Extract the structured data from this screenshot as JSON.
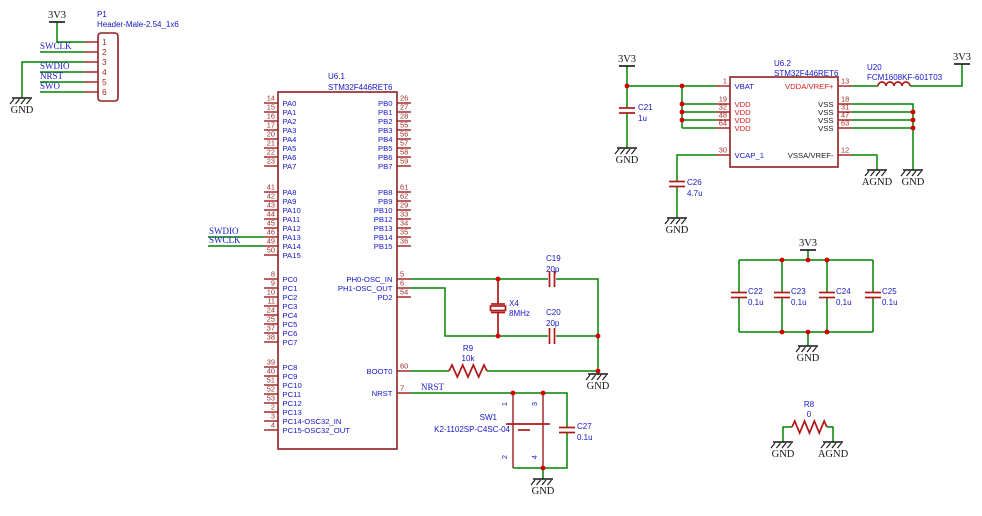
{
  "power": {
    "v33": "3V3",
    "gnd": "GND",
    "agnd": "AGND"
  },
  "nets": {
    "swclk": "SWCLK",
    "swdio": "SWDIO",
    "nrst": "NRST",
    "swo": "SWO"
  },
  "p1": {
    "ref": "P1",
    "part": "Header-Male-2.54_1x6",
    "pins": [
      {
        "n": "1"
      },
      {
        "n": "2"
      },
      {
        "n": "3"
      },
      {
        "n": "4"
      },
      {
        "n": "5"
      },
      {
        "n": "6"
      }
    ]
  },
  "mcu1": {
    "ref": "U6.1",
    "part": "STM32F446RET6",
    "pa_low": [
      {
        "n": "14",
        "t": "PA0"
      },
      {
        "n": "15",
        "t": "PA1"
      },
      {
        "n": "16",
        "t": "PA2"
      },
      {
        "n": "17",
        "t": "PA3"
      },
      {
        "n": "20",
        "t": "PA4"
      },
      {
        "n": "21",
        "t": "PA5"
      },
      {
        "n": "22",
        "t": "PA6"
      },
      {
        "n": "23",
        "t": "PA7"
      }
    ],
    "pa_high": [
      {
        "n": "41",
        "t": "PA8"
      },
      {
        "n": "42",
        "t": "PA9"
      },
      {
        "n": "43",
        "t": "PA10"
      },
      {
        "n": "44",
        "t": "PA11"
      },
      {
        "n": "45",
        "t": "PA12"
      },
      {
        "n": "46",
        "t": "PA13"
      },
      {
        "n": "49",
        "t": "PA14"
      },
      {
        "n": "50",
        "t": "PA15"
      }
    ],
    "pc_low": [
      {
        "n": "8",
        "t": "PC0"
      },
      {
        "n": "9",
        "t": "PC1"
      },
      {
        "n": "10",
        "t": "PC2"
      },
      {
        "n": "11",
        "t": "PC3"
      },
      {
        "n": "24",
        "t": "PC4"
      },
      {
        "n": "25",
        "t": "PC5"
      },
      {
        "n": "37",
        "t": "PC6"
      },
      {
        "n": "38",
        "t": "PC7"
      }
    ],
    "pc_high": [
      {
        "n": "39",
        "t": "PC8"
      },
      {
        "n": "40",
        "t": "PC9"
      },
      {
        "n": "51",
        "t": "PC10"
      },
      {
        "n": "52",
        "t": "PC11"
      },
      {
        "n": "53",
        "t": "PC12"
      },
      {
        "n": "2",
        "t": "PC13"
      },
      {
        "n": "3",
        "t": "PC14-OSC32_IN"
      },
      {
        "n": "4",
        "t": "PC15-OSC32_OUT"
      }
    ],
    "pb_low": [
      {
        "n": "26",
        "t": "PB0"
      },
      {
        "n": "27",
        "t": "PB1"
      },
      {
        "n": "28",
        "t": "PB2"
      },
      {
        "n": "55",
        "t": "PB3"
      },
      {
        "n": "56",
        "t": "PB4"
      },
      {
        "n": "57",
        "t": "PB5"
      },
      {
        "n": "58",
        "t": "PB6"
      },
      {
        "n": "59",
        "t": "PB7"
      }
    ],
    "pb_high": [
      {
        "n": "61",
        "t": "PB8"
      },
      {
        "n": "62",
        "t": "PB9"
      },
      {
        "n": "29",
        "t": "PB10"
      },
      {
        "n": "33",
        "t": "PB12"
      },
      {
        "n": "34",
        "t": "PB13"
      },
      {
        "n": "35",
        "t": "PB14"
      },
      {
        "n": "36",
        "t": "PB15"
      }
    ],
    "osc": [
      {
        "n": "5",
        "t": "PH0-OSC_IN"
      },
      {
        "n": "6",
        "t": "PH1-OSC_OUT"
      },
      {
        "n": "54",
        "t": "PD2"
      }
    ],
    "ctrl": [
      {
        "n": "60",
        "t": "BOOT0"
      },
      {
        "n": "7",
        "t": "NRST"
      }
    ]
  },
  "mcu2": {
    "ref": "U6.2",
    "part": "STM32F446RET6",
    "vbat": [
      {
        "n": "1",
        "t": "VBAT"
      }
    ],
    "vdd": [
      {
        "n": "19",
        "t": "VDD",
        "c": "r"
      },
      {
        "n": "32",
        "t": "VDD",
        "c": "r"
      },
      {
        "n": "48",
        "t": "VDD",
        "c": "r"
      },
      {
        "n": "64",
        "t": "VDD",
        "c": "r"
      }
    ],
    "vcap": [
      {
        "n": "30",
        "t": "VCAP_1"
      }
    ],
    "vdda": [
      {
        "n": "13",
        "t": "VDDA/VREF+",
        "c": "r"
      }
    ],
    "vss": [
      {
        "n": "18",
        "t": "VSS",
        "c": "k"
      },
      {
        "n": "31",
        "t": "VSS",
        "c": "k"
      },
      {
        "n": "47",
        "t": "VSS",
        "c": "k"
      },
      {
        "n": "63",
        "t": "VSS",
        "c": "k"
      }
    ],
    "vssa": [
      {
        "n": "12",
        "t": "VSSA/VREF-",
        "c": "k"
      }
    ]
  },
  "u20": {
    "ref": "U20",
    "part": "FCM1608KF-601T03"
  },
  "x4": {
    "ref": "X4",
    "value": "8MHz"
  },
  "r9": {
    "ref": "R9",
    "value": "10k"
  },
  "r8": {
    "ref": "R8",
    "value": "0"
  },
  "sw1": {
    "ref": "SW1",
    "part": "K2-1102SP-C4SC-04",
    "pin1": "1",
    "pin2": "2",
    "pin3": "3",
    "pin4": "4"
  },
  "caps": {
    "c19": {
      "ref": "C19",
      "value": "20p"
    },
    "c20": {
      "ref": "C20",
      "value": "20p"
    },
    "c21": {
      "ref": "C21",
      "value": "1u"
    },
    "c22": {
      "ref": "C22",
      "value": "0.1u"
    },
    "c23": {
      "ref": "C23",
      "value": "0.1u"
    },
    "c24": {
      "ref": "C24",
      "value": "0.1u"
    },
    "c25": {
      "ref": "C25",
      "value": "0.1u"
    },
    "c26": {
      "ref": "C26",
      "value": "4.7u"
    },
    "c27": {
      "ref": "C27",
      "value": "0.1u"
    }
  }
}
